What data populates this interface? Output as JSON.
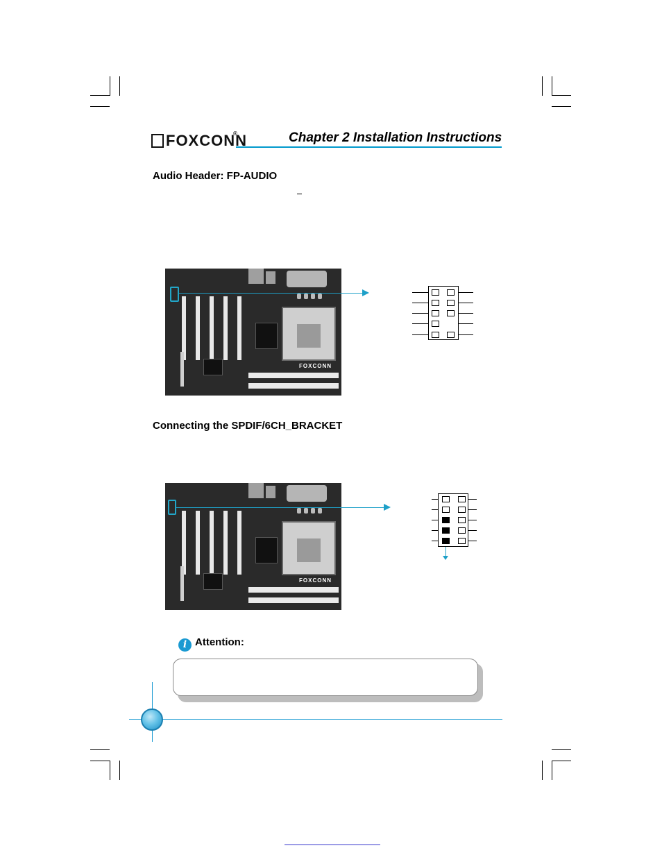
{
  "header": {
    "logo_text": "FOXCONN",
    "chapter_title": "Chapter 2   Installation Instructions"
  },
  "section1": {
    "heading": "Audio Header: FP-AUDIO",
    "board_brand": "FOXCONN"
  },
  "section2": {
    "heading": "Connecting the SPDIF/6CH_BRACKET",
    "board_brand": "FOXCONN"
  },
  "attention": {
    "icon": "info-icon",
    "label": "Attention:"
  },
  "colors": {
    "accent": "#1a9ad2",
    "arrow": "#1ea0c8"
  }
}
